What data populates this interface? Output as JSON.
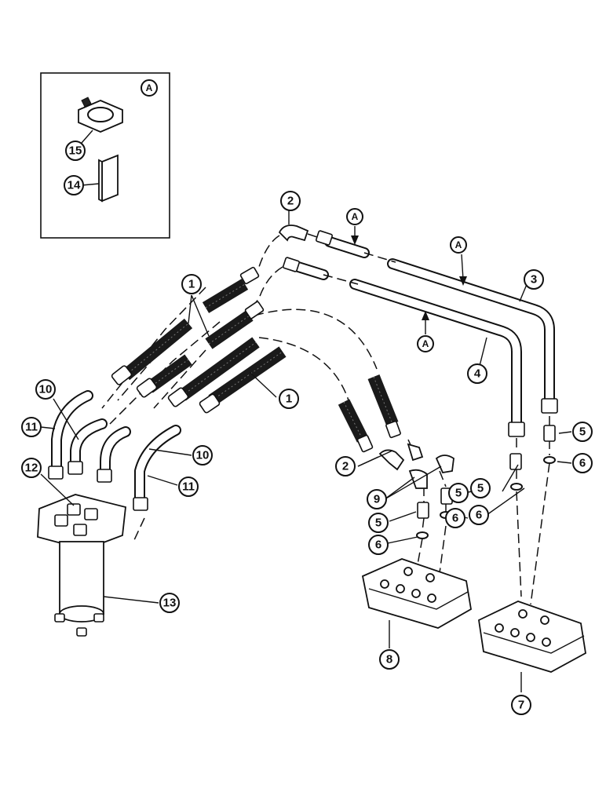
{
  "callouts": [
    {
      "id": "c1a",
      "text": "1"
    },
    {
      "id": "c1b",
      "text": "1"
    },
    {
      "id": "c2a",
      "text": "2"
    },
    {
      "id": "c2b",
      "text": "2"
    },
    {
      "id": "c3",
      "text": "3"
    },
    {
      "id": "c4",
      "text": "4"
    },
    {
      "id": "c5a",
      "text": "5"
    },
    {
      "id": "c5b",
      "text": "5"
    },
    {
      "id": "c5c",
      "text": "5"
    },
    {
      "id": "c5d",
      "text": "5"
    },
    {
      "id": "c6a",
      "text": "6"
    },
    {
      "id": "c6b",
      "text": "6"
    },
    {
      "id": "c6c",
      "text": "6"
    },
    {
      "id": "c6d",
      "text": "6"
    },
    {
      "id": "c7",
      "text": "7"
    },
    {
      "id": "c8",
      "text": "8"
    },
    {
      "id": "c9",
      "text": "9"
    },
    {
      "id": "c10a",
      "text": "10"
    },
    {
      "id": "c10b",
      "text": "10"
    },
    {
      "id": "c11a",
      "text": "11"
    },
    {
      "id": "c11b",
      "text": "11"
    },
    {
      "id": "c12",
      "text": "12"
    },
    {
      "id": "c13",
      "text": "13"
    },
    {
      "id": "c14",
      "text": "14"
    },
    {
      "id": "c15",
      "text": "15"
    }
  ],
  "detail_marks": [
    {
      "id": "A1",
      "text": "A"
    },
    {
      "id": "A2",
      "text": "A"
    },
    {
      "id": "A3",
      "text": "A"
    },
    {
      "id": "A4",
      "text": "A"
    }
  ]
}
